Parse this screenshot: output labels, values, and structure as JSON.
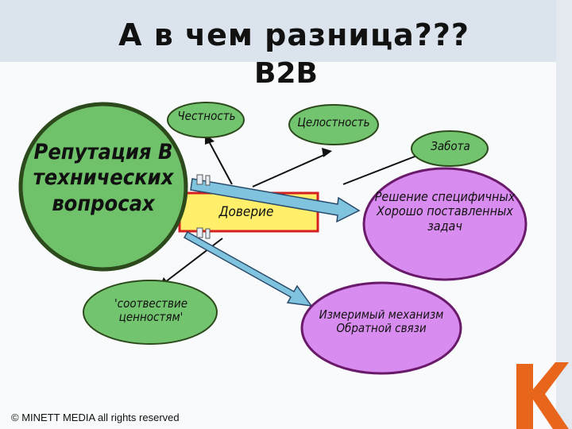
{
  "slide": {
    "title_line1": "А в чем разница???",
    "title_line2": "B2B",
    "reputation_label": "Репутация В технических вопросах",
    "honesty_label": "Честность",
    "integrity_label": "Целостность",
    "care_label": "Забота",
    "trust_label": "Доверие",
    "solution_label": "Решение специфичных Хорошо поставленных задач",
    "values_label": "'соотвествие ценностям'",
    "feedback_label": "Измеримый механизм Обратной связи",
    "copyright": "© MINETT MEDIA all rights reserved",
    "logo_letter": "K"
  },
  "colors": {
    "circle_green": "#73c46f",
    "reputation_green": "#6fc16a",
    "circle_border": "#2c4a1c",
    "purple_fill": "#d98cf0",
    "purple_border": "#6a1a6a",
    "trust_fill": "#ffef6a",
    "trust_border": "#d42020",
    "arrow_fill": "#7fc3df",
    "logo_orange": "#e8661c"
  }
}
